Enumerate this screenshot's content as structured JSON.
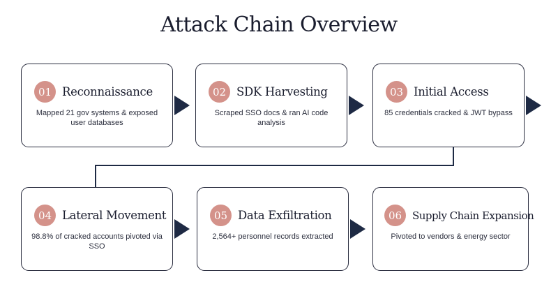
{
  "title": "Attack Chain Overview",
  "steps": [
    {
      "num": "01",
      "heading": "Reconnaissance",
      "desc": "Mapped 21 gov systems & exposed user databases"
    },
    {
      "num": "02",
      "heading": "SDK Harvesting",
      "desc": "Scraped SSO docs & ran AI code analysis"
    },
    {
      "num": "03",
      "heading": "Initial Access",
      "desc": "85 credentials cracked & JWT bypass"
    },
    {
      "num": "04",
      "heading": "Lateral Movement",
      "desc": "98.8% of cracked accounts pivoted via SSO"
    },
    {
      "num": "05",
      "heading": "Data Exfiltration",
      "desc": "2,564+ personnel records extracted"
    },
    {
      "num": "06",
      "heading": "Supply Chain Expansion",
      "desc": "Pivoted to vendors & energy sector"
    }
  ],
  "colors": {
    "accent": "#d4928a",
    "navy": "#1e2a44",
    "border": "#2a2d3f"
  }
}
